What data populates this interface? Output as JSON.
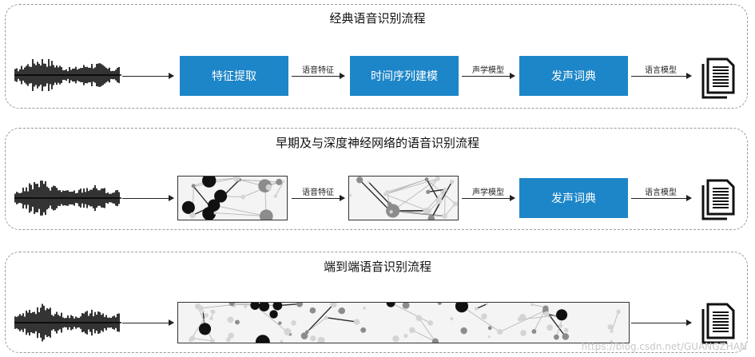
{
  "rows": [
    {
      "title": "经典语音识别流程",
      "labels": [
        "语音特征",
        "声学模型",
        "语言模型"
      ],
      "boxes": [
        "特征提取",
        "时间序列建模",
        "发声词典"
      ]
    },
    {
      "title": "早期及与深度神经网络的语音识别流程",
      "labels": [
        "语音特征",
        "声学模型",
        "语言模型"
      ],
      "boxes": [
        "发声词典"
      ]
    },
    {
      "title": "端到端语音识别流程"
    }
  ],
  "watermark": "https://blog.csdn.net/GUANGZHAN",
  "colors": {
    "box": "#1d86c8",
    "box_text": "#ffffff",
    "border": "#9a9a9a"
  },
  "icons": [
    "sound-waveform-icon",
    "neural-network-graphic",
    "document-icon"
  ]
}
